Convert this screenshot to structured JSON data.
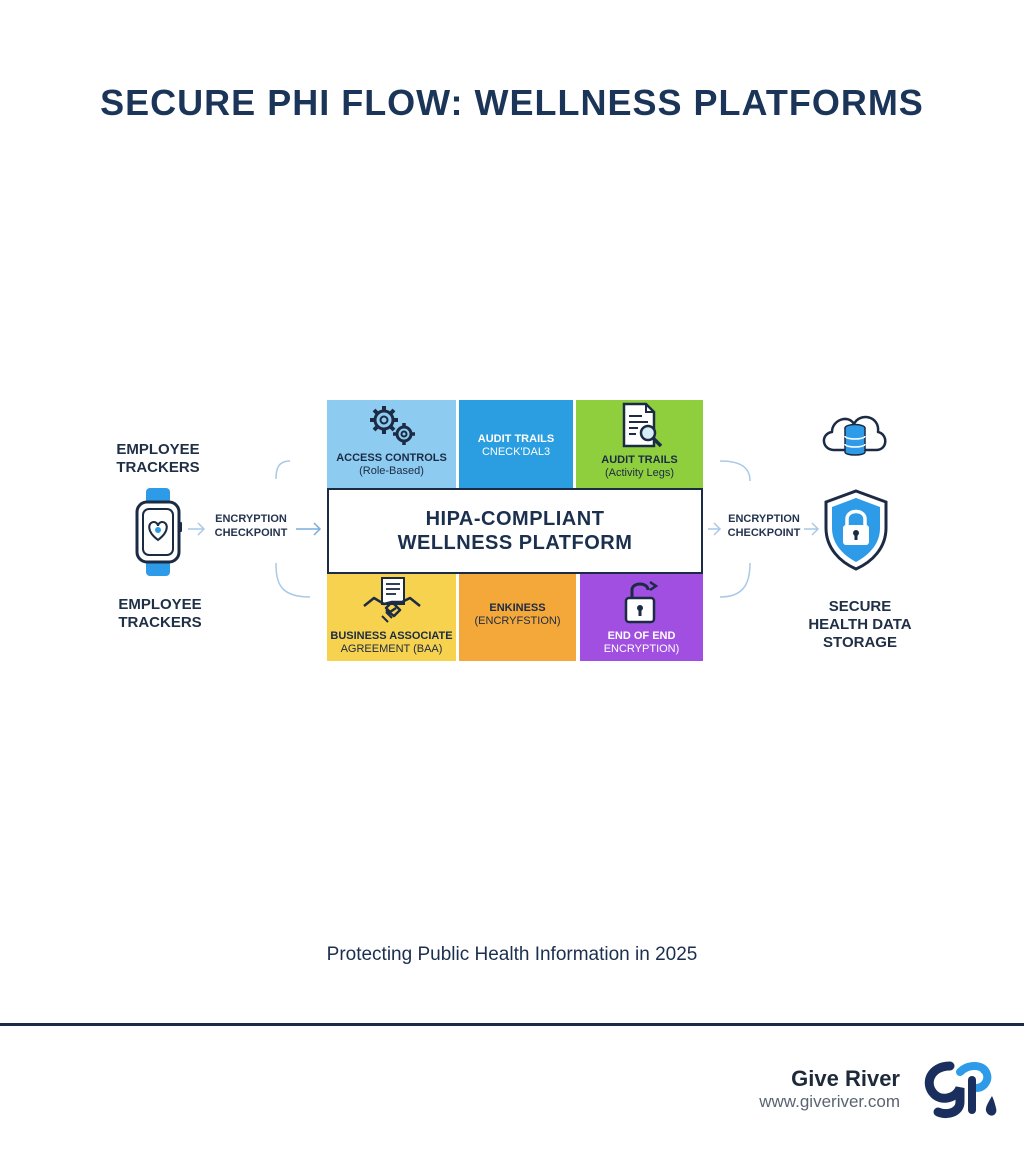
{
  "title": "SECURE PHI FLOW: WELLNESS PLATFORMS",
  "left": {
    "top_label": [
      "EMPLOYEE",
      "TRACKERS"
    ],
    "bottom_label": [
      "EMPLOYEE",
      "TRACKERS"
    ],
    "checkpoint": [
      "ENCRYPTION",
      "CHECKPOINT"
    ]
  },
  "right": {
    "checkpoint": [
      "ENCRYPTION",
      "CHECKPOINT"
    ],
    "storage_label": [
      "SECURE",
      "HEALTH DATA",
      "STORAGE"
    ]
  },
  "center": {
    "lines": [
      "HIPA-COMPLIANT",
      "WELLNESS PLATFORM"
    ]
  },
  "tiles": {
    "access_controls": {
      "line1": "ACCESS CONTROLS",
      "line2": "(Role-Based)",
      "color": "#8ecbf0"
    },
    "audit_trails_mid": {
      "line1": "AUDIT TRAILS",
      "line2": "CNECK'DAL3",
      "color": "#2a9ee0"
    },
    "audit_trails_right": {
      "line1": "AUDIT TRAILS",
      "line2": "(Activity Legs)",
      "color": "#8fcf3e"
    },
    "baa": {
      "line1": "BUSINESS ASSOCIATE",
      "line2": "AGREEMENT (BAA)",
      "color": "#f7d24e"
    },
    "enkiness": {
      "line1": "ENKINESS",
      "line2": "(ENCRYFSTION)",
      "color": "#f5a83a"
    },
    "end_to_end": {
      "line1": "END OF END",
      "line2": "ENCRYPTION)",
      "color": "#a04fe0"
    }
  },
  "footer": {
    "subtitle": "Protecting Public Health Information in 2025",
    "brand": "Give River",
    "url": "www.giveriver.com"
  },
  "colors": {
    "navy": "#1b2b44",
    "blue": "#2d9be8"
  }
}
